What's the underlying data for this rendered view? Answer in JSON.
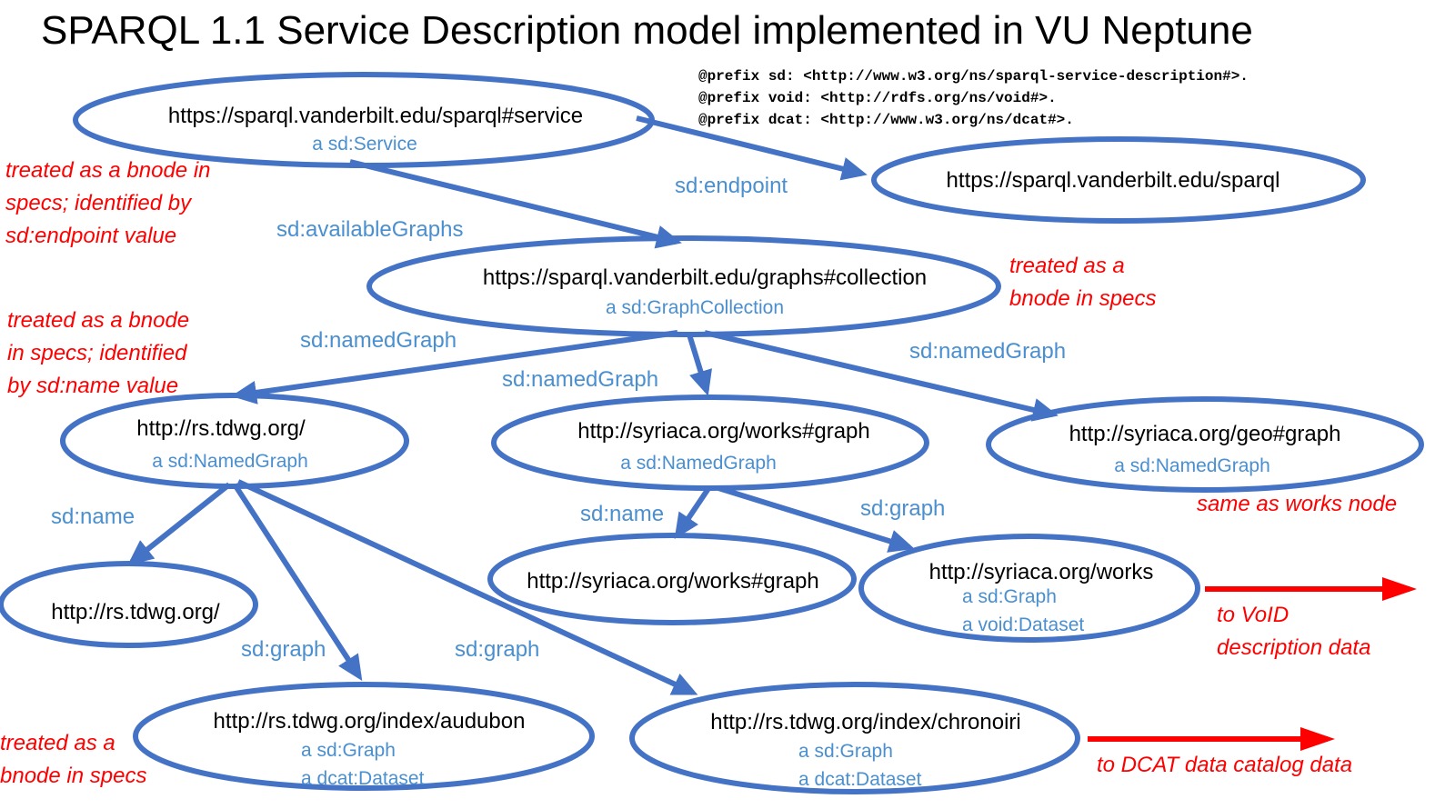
{
  "title": "SPARQL 1.1 Service Description model implemented in VU Neptune",
  "prefixes": [
    "@prefix sd: <http://www.w3.org/ns/sparql-service-description#>.",
    "@prefix void: <http://rdfs.org/ns/void#>.",
    "@prefix dcat: <http://www.w3.org/ns/dcat#>."
  ],
  "nodes": {
    "service": {
      "label": "https://sparql.vanderbilt.edu/sparql#service",
      "types": [
        "a sd:Service"
      ]
    },
    "endpoint": {
      "label": "https://sparql.vanderbilt.edu/sparql",
      "types": []
    },
    "collection": {
      "label": "https://sparql.vanderbilt.edu/graphs#collection",
      "types": [
        "a sd:GraphCollection"
      ]
    },
    "tdwg_named": {
      "label": "http://rs.tdwg.org/",
      "types": [
        "a sd:NamedGraph"
      ]
    },
    "works_named": {
      "label": "http://syriaca.org/works#graph",
      "types": [
        "a sd:NamedGraph"
      ]
    },
    "geo_named": {
      "label": "http://syriaca.org/geo#graph",
      "types": [
        "a sd:NamedGraph"
      ]
    },
    "tdwg_name": {
      "label": "http://rs.tdwg.org/",
      "types": []
    },
    "works_name": {
      "label": "http://syriaca.org/works#graph",
      "types": []
    },
    "works_graph": {
      "label": "http://syriaca.org/works",
      "types": [
        "a sd:Graph",
        "a void:Dataset"
      ]
    },
    "audubon": {
      "label": "http://rs.tdwg.org/index/audubon",
      "types": [
        "a sd:Graph",
        "a dcat:Dataset"
      ]
    },
    "chronoiri": {
      "label": "http://rs.tdwg.org/index/chronoiri",
      "types": [
        "a sd:Graph",
        "a dcat:Dataset"
      ]
    }
  },
  "edges": {
    "endpoint": "sd:endpoint",
    "available_graphs": "sd:availableGraphs",
    "named_graph_1": "sd:namedGraph",
    "named_graph_2": "sd:namedGraph",
    "named_graph_3": "sd:namedGraph",
    "tdwg_name": "sd:name",
    "works_name": "sd:name",
    "works_graph": "sd:graph",
    "audubon_graph": "sd:graph",
    "chronoiri_graph": "sd:graph"
  },
  "notes": {
    "service_bnode": [
      "treated as a bnode in",
      "specs; identified by",
      "sd:endpoint value"
    ],
    "collection_bnode": [
      "treated as a",
      "bnode in specs"
    ],
    "named_bnode": [
      "treated as a bnode",
      "in specs; identified",
      "by sd:name value"
    ],
    "geo_same": "same as works node",
    "void": [
      "to VoID",
      "description data"
    ],
    "graph_bnode": [
      "treated as a",
      "bnode in specs"
    ],
    "dcat": "to DCAT data catalog data"
  },
  "colors": {
    "node_stroke": "#4472c4",
    "type_text": "#4a8fcf",
    "note_text": "#ff0000"
  }
}
